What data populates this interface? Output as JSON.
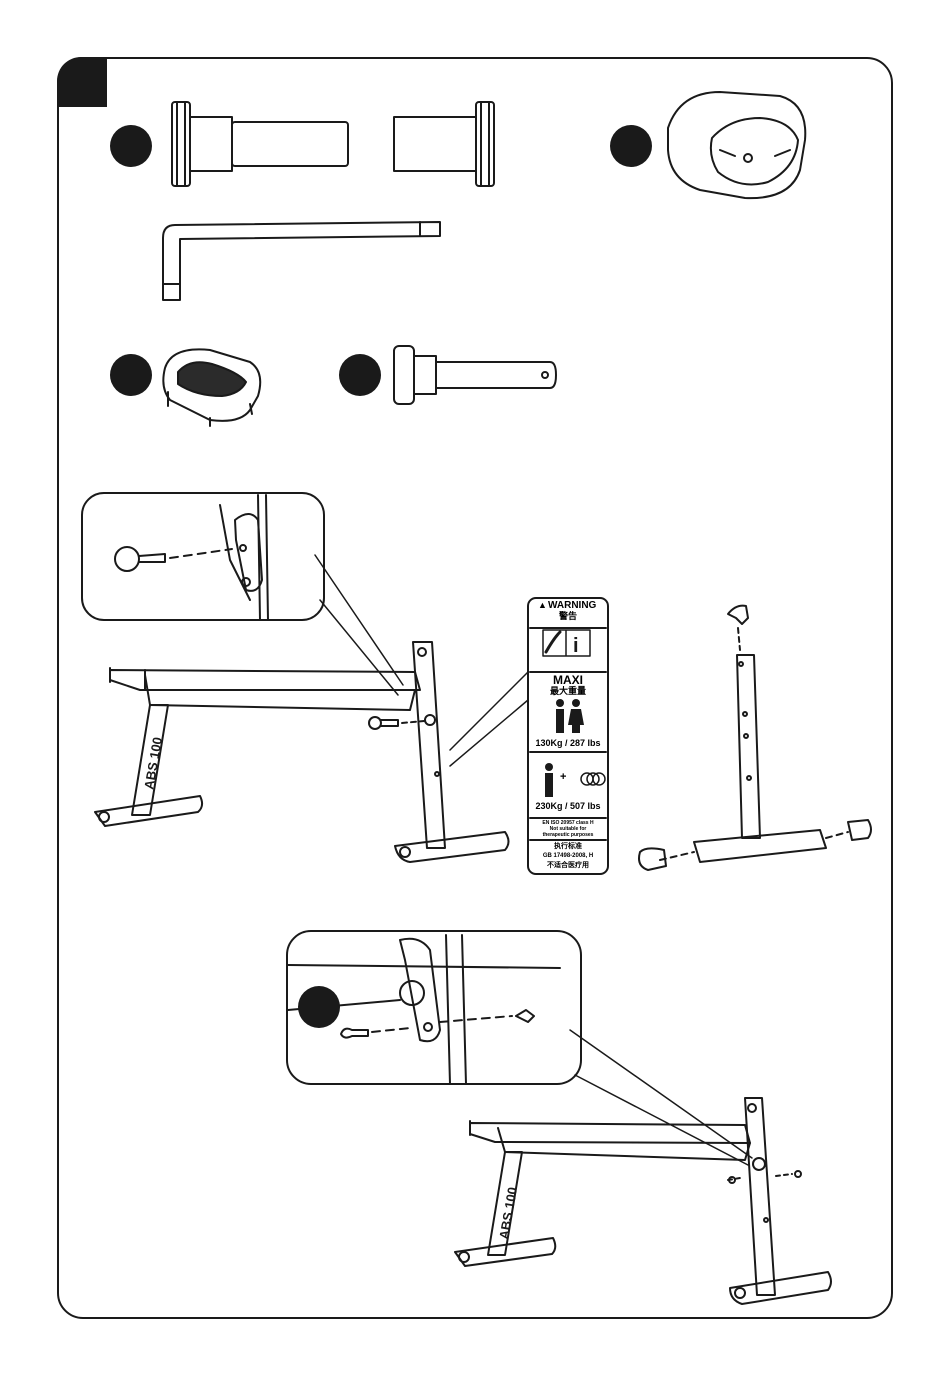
{
  "label": {
    "warning": "WARNING",
    "warning_cn": "警告",
    "maxi": "MAXI",
    "maxi_cn": "最大重量",
    "user_weight": "130Kg / 287 lbs",
    "total_weight": "230Kg / 507 lbs",
    "standard_en_1": "EN ISO 20957 class H",
    "standard_en_2": "Not suitable for",
    "standard_en_3": "therapeutic purposes",
    "standard_cn_1": "执行标准",
    "standard_cn_2": "GB 17498-2008, H",
    "standard_cn_3": "不适合医疗用"
  },
  "frame_logo": "ABS 100",
  "colors": {
    "ink": "#1a1a1a",
    "paper": "#ffffff",
    "shade": "#2b2b2b"
  }
}
